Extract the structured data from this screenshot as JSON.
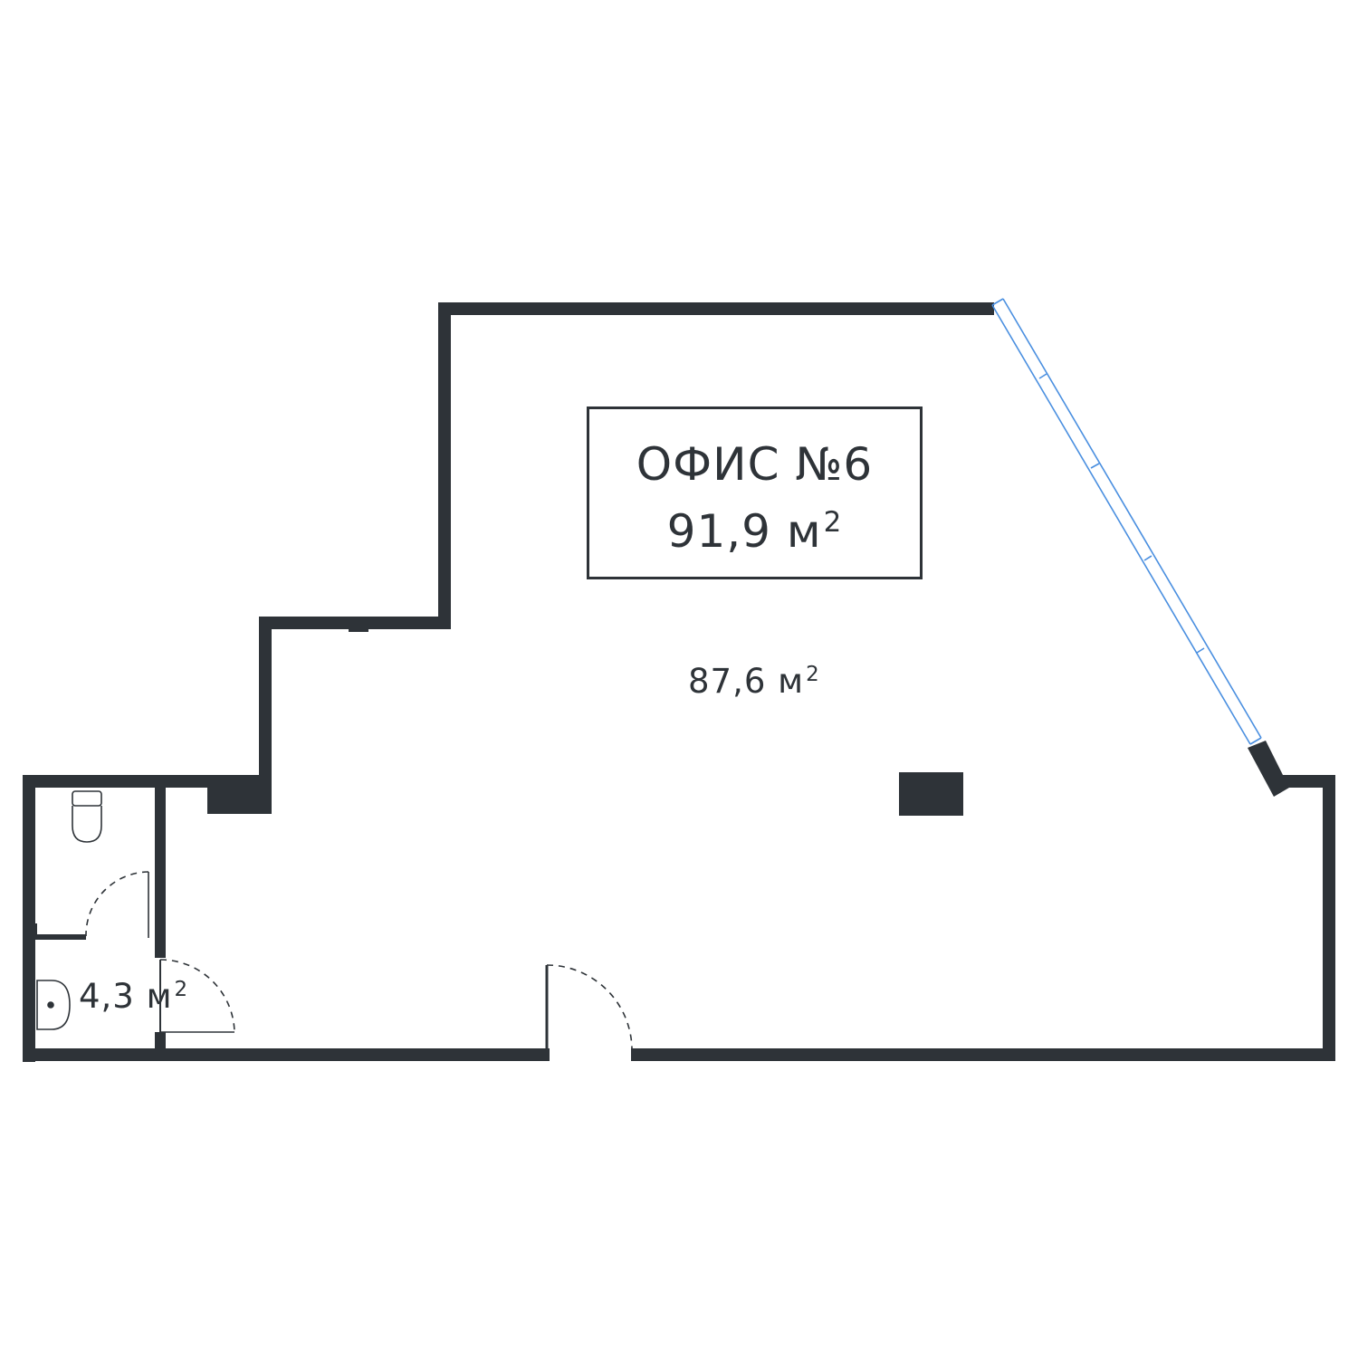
{
  "office": {
    "title": "ОФИС №6",
    "total_area_value": "91,9 м",
    "total_area_sup": "2"
  },
  "rooms": {
    "main_area_value": "87,6 м",
    "main_area_sup": "2",
    "bathroom_area_value": "4,3 м",
    "bathroom_area_sup": "2"
  },
  "colors": {
    "wall": "#2e3338",
    "window": "#4a8fe0",
    "door_arc": "#2e3338",
    "background": "#ffffff"
  }
}
